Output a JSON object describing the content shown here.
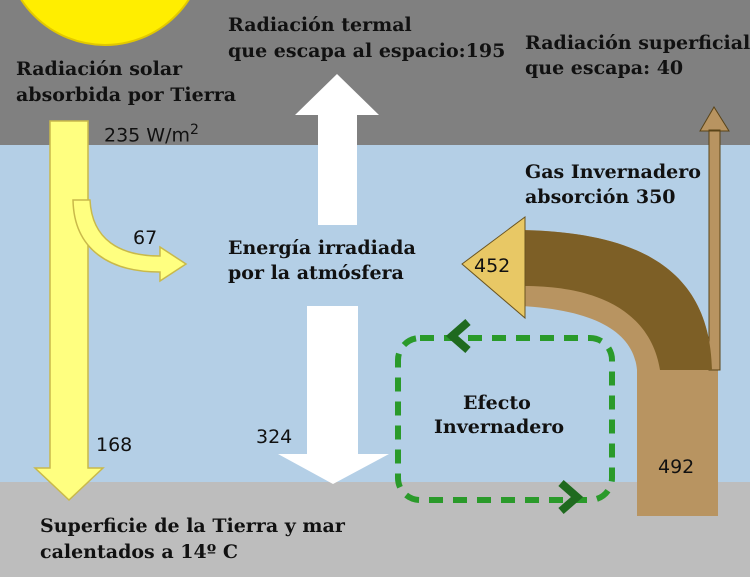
{
  "labels": {
    "solar_line1": "Radiación solar",
    "solar_line2": "absorbida por Tierra",
    "solar_value": "235 W/m",
    "solar_value_exp": "2",
    "thermal_line1": "Radiación termal",
    "thermal_line2": "que escapa al espacio:195",
    "surface_line1": "Radiación superficial",
    "surface_line2": "que escapa: 40",
    "ghg_line1": "Gas Invernadero",
    "ghg_line2": "absorción 350",
    "atm_line1": "Energía irradiada",
    "atm_line2": "por la atmósfera",
    "greenhouse_line1": "Efecto",
    "greenhouse_line2": "Invernadero",
    "earth_line1": "Superficie de la Tierra y mar",
    "earth_line2": "calentados a 14º C"
  },
  "values": {
    "v67": "67",
    "v168": "168",
    "v324": "324",
    "v452": "452",
    "v492": "492"
  },
  "colors": {
    "space": "#808080",
    "atmosphere": "#b4cfe6",
    "ground": "#bdbdbd",
    "sun": "#ffee00",
    "solar_arrow": "#ffff80",
    "solar_outline": "#d4c24a",
    "thermal_arrow": "#ffffff",
    "surface_light": "#b89461",
    "surface_dark": "#7d5f26",
    "ghg_head": "#e8c865",
    "greenhouse_loop": "#2a9a2a",
    "greenhouse_chevron": "#1f6a1f"
  }
}
